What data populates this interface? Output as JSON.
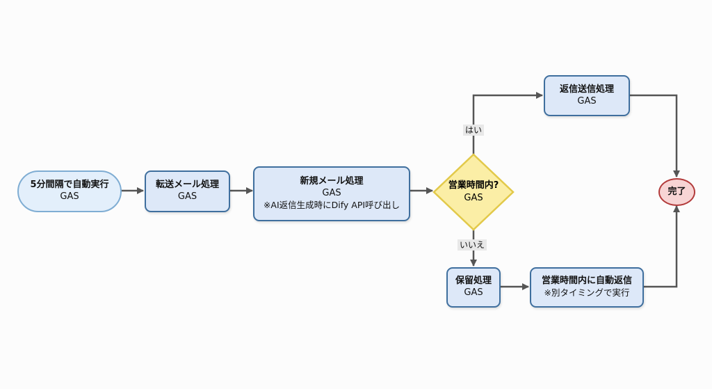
{
  "nodes": {
    "start": {
      "title": "5分間隔で自動実行",
      "sub": "GAS"
    },
    "forward": {
      "title": "転送メール処理",
      "sub": "GAS"
    },
    "new_mail": {
      "title": "新規メール処理",
      "sub": "GAS",
      "note": "※AI返信生成時にDify API呼び出し"
    },
    "decision": {
      "title": "営業時間内?",
      "sub": "GAS"
    },
    "reply_send": {
      "title": "返信送信処理",
      "sub": "GAS"
    },
    "hold": {
      "title": "保留処理",
      "sub": "GAS"
    },
    "auto_reply": {
      "title": "営業時間内に自動返信",
      "note": "※別タイミングで実行"
    },
    "end": {
      "title": "完了"
    }
  },
  "edges": {
    "yes_label": "はい",
    "no_label": "いいえ"
  },
  "colors": {
    "process_fill": "#dde8f8",
    "process_border": "#3f6f9e",
    "decision_fill": "#fbeea6",
    "decision_border": "#e2c94a",
    "end_fill": "#f7d4d4",
    "end_border": "#b23a3a",
    "arrow": "#555555"
  }
}
